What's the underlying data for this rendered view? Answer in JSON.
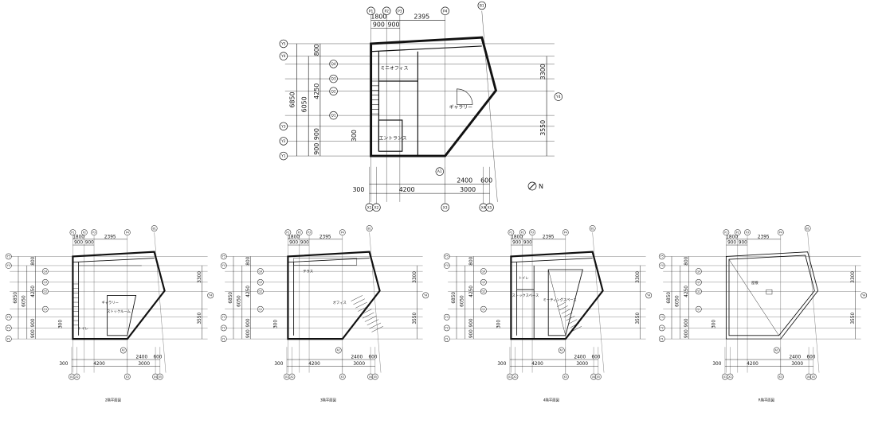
{
  "axes": {
    "top": [
      "P1",
      "P2",
      "P3",
      "P4",
      "B1"
    ],
    "bottom": [
      "X1",
      "X2",
      "X3",
      "X4",
      "X5"
    ],
    "left": [
      "Y5",
      "Y4",
      "Q4",
      "Q3",
      "Q2",
      "Q1",
      "Y3",
      "Y2",
      "Y1"
    ],
    "right": [
      "Y4"
    ],
    "angled": "A1"
  },
  "dims": {
    "top_a": "1800",
    "top_b": "900",
    "top_c": "900",
    "top_d": "2395",
    "left_total": "6850",
    "left_sub": "6050",
    "left_800": "800",
    "left_4250": "4250",
    "left_900a": "900",
    "left_900b": "900",
    "left_300": "300",
    "right_3300": "3300",
    "right_3550": "3550",
    "bottom_2400": "2400",
    "bottom_600": "600",
    "bottom_300": "300",
    "bottom_4200": "4200",
    "bottom_3000": "3000"
  },
  "plans": [
    {
      "id": "p1",
      "rooms": [
        {
          "label": "ミニオフィス"
        },
        {
          "label": "ギャラリー"
        },
        {
          "label": "エントランス"
        }
      ]
    },
    {
      "id": "p2",
      "caption": "2階平面図",
      "rooms": [
        {
          "label": "ギャラリー"
        },
        {
          "label": "ストックルーム"
        },
        {
          "label": "トイレ"
        }
      ]
    },
    {
      "id": "p3",
      "caption": "3階平面図",
      "rooms": [
        {
          "label": "テラス"
        },
        {
          "label": "オフィス"
        }
      ]
    },
    {
      "id": "p4",
      "caption": "4階平面図",
      "rooms": [
        {
          "label": "トイレ"
        },
        {
          "label": "ストックスペース"
        },
        {
          "label": "ミーティングスペース"
        }
      ]
    },
    {
      "id": "p5",
      "caption": "R階平面図",
      "rooms": [
        {
          "label": "屋根"
        }
      ]
    }
  ],
  "north": "N"
}
